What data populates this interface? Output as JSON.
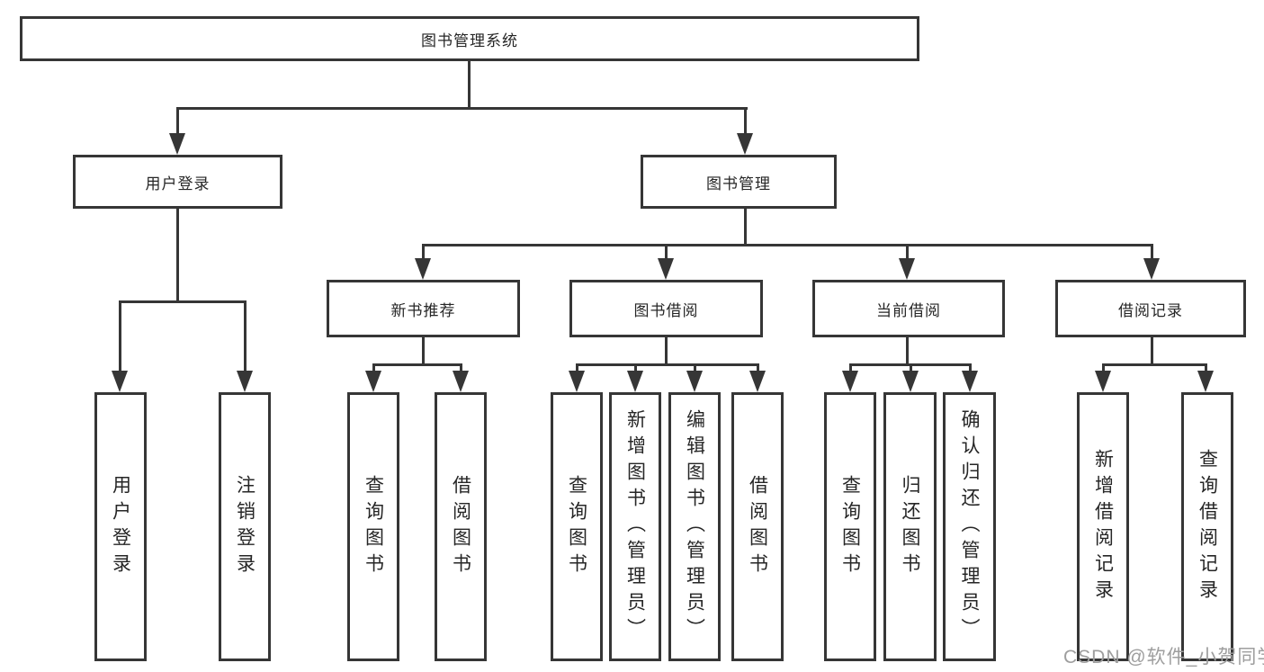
{
  "diagram_type": "tree-hierarchy",
  "root": {
    "label": "图书管理系统"
  },
  "level2": [
    {
      "label": "用户登录",
      "parent": "图书管理系统"
    },
    {
      "label": "图书管理",
      "parent": "图书管理系统"
    }
  ],
  "level3": [
    {
      "label": "新书推荐",
      "parent": "图书管理"
    },
    {
      "label": "图书借阅",
      "parent": "图书管理"
    },
    {
      "label": "当前借阅",
      "parent": "图书管理"
    },
    {
      "label": "借阅记录",
      "parent": "图书管理"
    }
  ],
  "leaves": [
    {
      "label": "用户登录",
      "parent": "用户登录"
    },
    {
      "label": "注销登录",
      "parent": "用户登录"
    },
    {
      "label": "查询图书",
      "parent": "新书推荐"
    },
    {
      "label": "借阅图书",
      "parent": "新书推荐"
    },
    {
      "label": "查询图书",
      "parent": "图书借阅"
    },
    {
      "label": "新增图书（管理员）",
      "parent": "图书借阅"
    },
    {
      "label": "编辑图书（管理员）",
      "parent": "图书借阅"
    },
    {
      "label": "借阅图书",
      "parent": "图书借阅"
    },
    {
      "label": "查询图书",
      "parent": "当前借阅"
    },
    {
      "label": "归还图书",
      "parent": "当前借阅"
    },
    {
      "label": "确认归还（管理员）",
      "parent": "当前借阅"
    },
    {
      "label": "新增借阅记录",
      "parent": "借阅记录"
    },
    {
      "label": "查询借阅记录",
      "parent": "借阅记录"
    }
  ],
  "watermark": {
    "text": "CSDN @软件_小贺同学"
  },
  "colors": {
    "line": "#363636",
    "text": "#262626",
    "watermark": "#9e9e9e",
    "background": "#ffffff"
  }
}
